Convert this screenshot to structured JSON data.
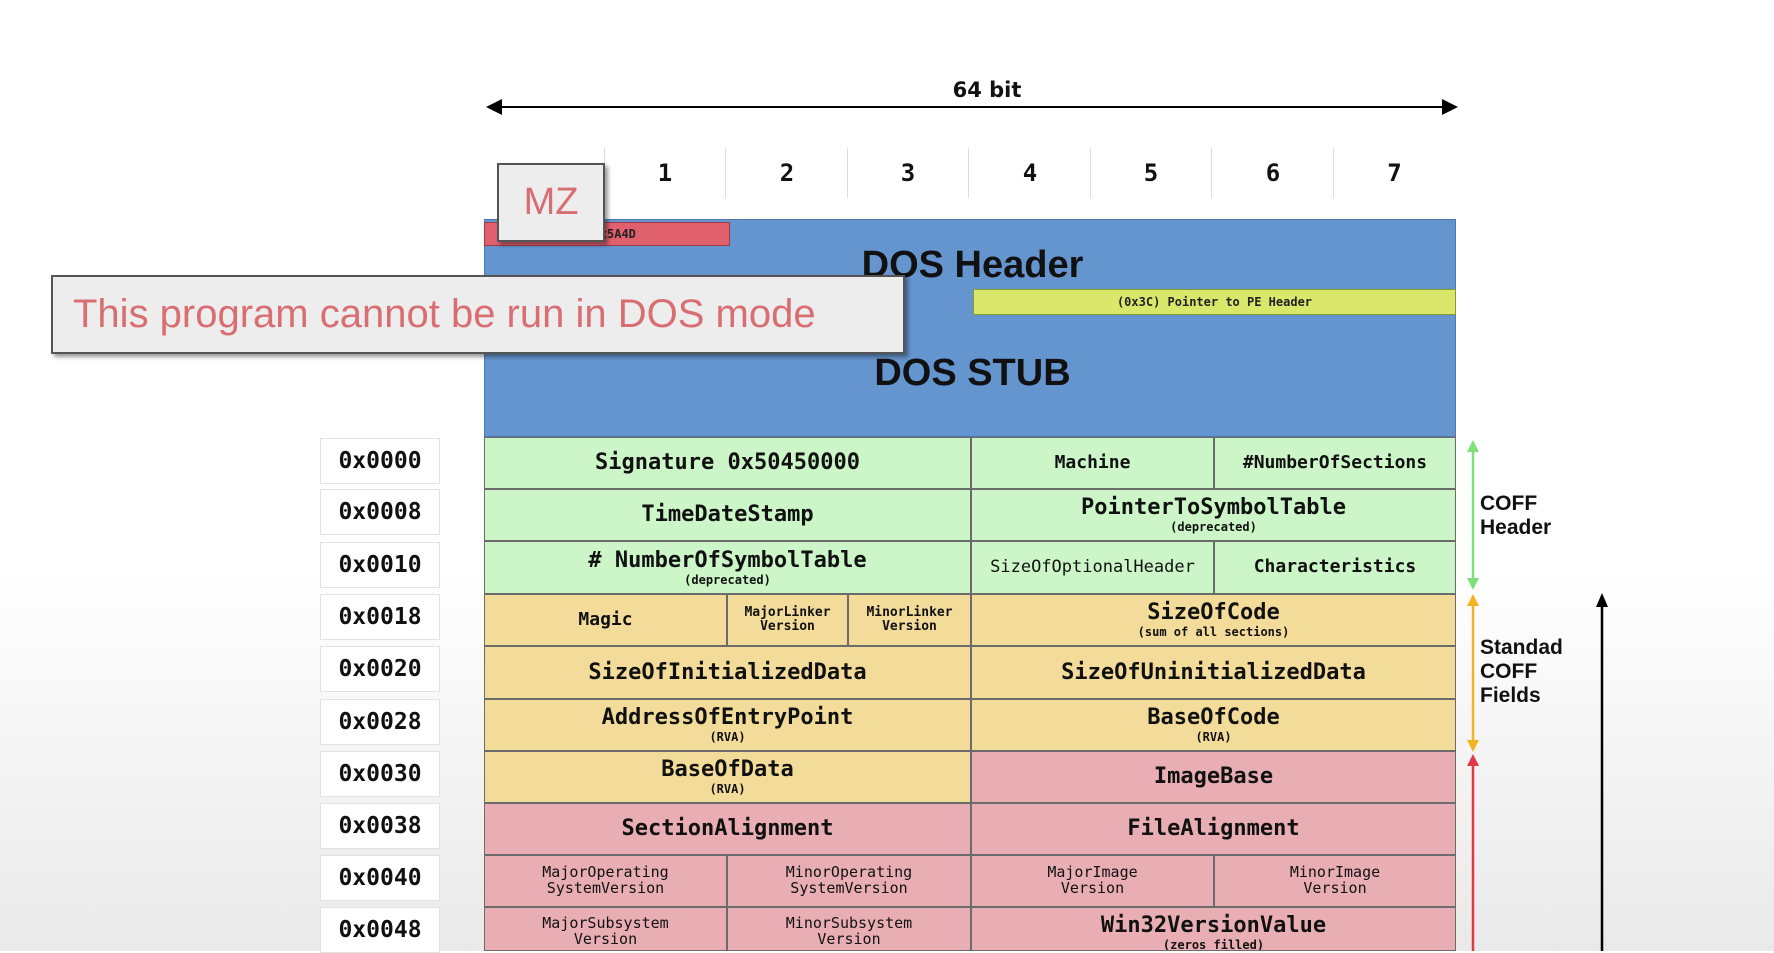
{
  "width_label": "64 bit",
  "bytes": [
    "1",
    "2",
    "3",
    "4",
    "5",
    "6",
    "7"
  ],
  "dos_header": {
    "title": "DOS Header",
    "magic_label": "e 0x5A4D",
    "pe_pointer": "(0x3C) Pointer to PE Header"
  },
  "dos_stub": {
    "title": "DOS STUB"
  },
  "offsets": [
    "0x0000",
    "0x0008",
    "0x0010",
    "0x0018",
    "0x0020",
    "0x0028",
    "0x0030",
    "0x0038",
    "0x0040",
    "0x0048"
  ],
  "fields": {
    "signature": "Signature 0x50450000",
    "machine": "Machine",
    "num_sections": "#NumberOfSections",
    "timedatestamp": "TimeDateStamp",
    "ptr_symtable": "PointerToSymbolTable",
    "ptr_symtable_note": "(deprecated)",
    "num_symtable": "# NumberOfSymbolTable",
    "num_symtable_note": "(deprecated)",
    "size_opt_header": "SizeOfOptionalHeader",
    "characteristics": "Characteristics",
    "magic": "Magic",
    "major_linker_1": "MajorLinker",
    "major_linker_2": "Version",
    "minor_linker_1": "MinorLinker",
    "minor_linker_2": "Version",
    "size_of_code": "SizeOfCode",
    "size_of_code_note": "(sum of all sections)",
    "size_init_data": "SizeOfInitializedData",
    "size_uninit_data": "SizeOfUninitializedData",
    "entry_point": "AddressOfEntryPoint",
    "entry_point_note": "(RVA)",
    "base_of_code": "BaseOfCode",
    "base_of_code_note": "(RVA)",
    "base_of_data": "BaseOfData",
    "base_of_data_note": "(RVA)",
    "image_base": "ImageBase",
    "section_alignment": "SectionAlignment",
    "file_alignment": "FileAlignment",
    "major_os_1": "MajorOperating",
    "major_os_2": "SystemVersion",
    "minor_os_1": "MinorOperating",
    "minor_os_2": "SystemVersion",
    "major_image_1": "MajorImage",
    "major_image_2": "Version",
    "minor_image_1": "MinorImage",
    "minor_image_2": "Version",
    "major_subsys_1": "MajorSubsystem",
    "major_subsys_2": "Version",
    "minor_subsys_1": "MinorSubsystem",
    "minor_subsys_2": "Version",
    "win32_version": "Win32VersionValue",
    "win32_version_note": "(zeros filled)"
  },
  "side_labels": {
    "coff_1": "COFF",
    "coff_2": "Header",
    "std_1": "Standad",
    "std_2": "COFF",
    "std_3": "Fields"
  },
  "overlays": {
    "mz": "MZ",
    "dos_message": "This program cannot be run in DOS mode"
  },
  "colors": {
    "dos_blue": "#6595cf",
    "coff_green": "#ccf6c8",
    "standard_yellow": "#f3dc9a",
    "windows_pink": "#e8aeb4",
    "magic_red": "#e0606e",
    "pointer_lime": "#d9e86a"
  }
}
